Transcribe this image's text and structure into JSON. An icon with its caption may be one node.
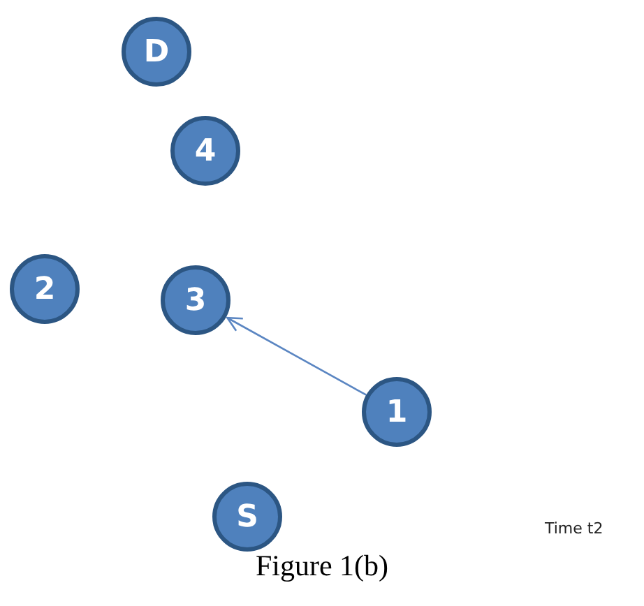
{
  "diagram": {
    "caption": "Figure 1(b)",
    "nodes": [
      {
        "text": [
          "D"
        ]
      },
      {
        "text": [
          "4"
        ]
      },
      {
        "text": [
          "2"
        ]
      },
      {
        "text": [
          "3"
        ]
      },
      {
        "text": [
          "1"
        ]
      },
      {
        "text": [
          "S"
        ]
      }
    ],
    "edges": [
      {
        "from": 4,
        "to": 3,
        "arrow": "to"
      }
    ],
    "labels": [
      "Time t2"
    ]
  }
}
